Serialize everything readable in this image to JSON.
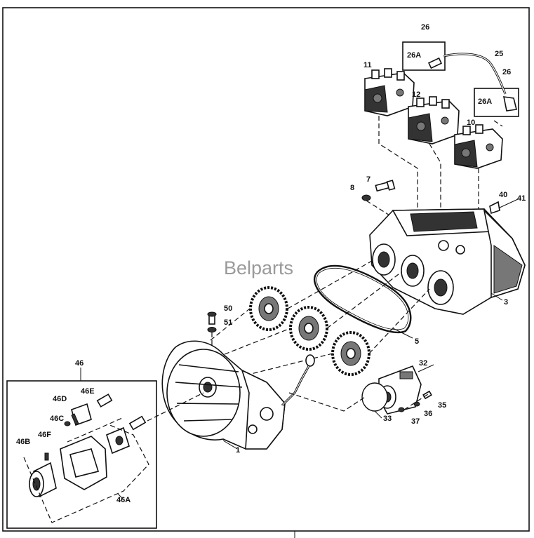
{
  "watermark": "Belparts",
  "callouts": {
    "c1": "1",
    "c3": "3",
    "c5": "5",
    "c7": "7",
    "c8": "8",
    "c10": "10",
    "c11": "11",
    "c12": "12",
    "c25": "25",
    "c26_top": "26",
    "c26_right": "26",
    "c26a_top": "26A",
    "c26a_right": "26A",
    "c32": "32",
    "c33": "33",
    "c35": "35",
    "c36": "36",
    "c37": "37",
    "c40": "40",
    "c41": "41",
    "c46": "46",
    "c46a": "46A",
    "c46b": "46B",
    "c46c": "46C",
    "c46d": "46D",
    "c46e": "46E",
    "c46f": "46F",
    "c50": "50",
    "c51": "51"
  },
  "colors": {
    "line": "#111111",
    "watermark": "#9a9a9a",
    "background": "#ffffff"
  }
}
